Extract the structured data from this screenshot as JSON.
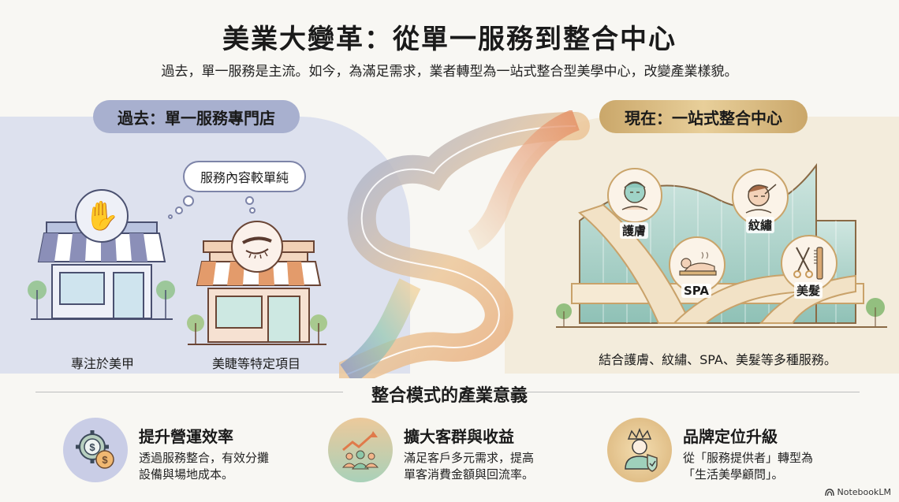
{
  "header": {
    "title": "美業大變革：從單一服務到整合中心",
    "subtitle": "過去，單一服務是主流。如今，為滿足需求，業者轉型為一站式整合型美學中心，改變產業樣貌。"
  },
  "past": {
    "pill_label": "過去：單一服務專門店",
    "bubble_text": "服務內容較單純",
    "stores": [
      {
        "label": "專注於美甲",
        "icon": "hand-icon"
      },
      {
        "label": "美睫等特定項目",
        "icon": "eyelash-icon"
      }
    ]
  },
  "present": {
    "pill_label": "現在：一站式整合中心",
    "services": [
      {
        "label": "護膚",
        "icon": "facial-mask-icon"
      },
      {
        "label": "紋繡",
        "icon": "brow-tattoo-icon"
      },
      {
        "label": "SPA",
        "icon": "spa-massage-icon"
      },
      {
        "label": "美髮",
        "icon": "scissors-comb-icon"
      }
    ],
    "caption": "結合護膚、紋繡、SPA、美髮等多種服務。"
  },
  "significance": {
    "title": "整合模式的產業意義",
    "cards": [
      {
        "title": "提升營運效率",
        "desc": "透過服務整合，有效分攤\n設備與場地成本。",
        "icon": "gear-coin-icon",
        "bg": "#c9cde6"
      },
      {
        "title": "擴大客群與收益",
        "desc": "滿足客戶多元需求，提高\n單客消費金額與回流率。",
        "icon": "growth-chart-people-icon",
        "bg": "#d9d3b3"
      },
      {
        "title": "品牌定位升級",
        "desc": "從「服務提供者」轉型為\n「生活美學顧問」。",
        "icon": "crown-shield-person-icon",
        "bg": "#e3c78f"
      }
    ]
  },
  "footer": {
    "brand": "NotebookLM"
  },
  "colors": {
    "past_bg": "#dde1ee",
    "present_bg": "#f3ecdc",
    "past_pill": "#a8b0cf",
    "present_pill": "#d9b97d",
    "flow_blue": "#8fa3cf",
    "flow_orange": "#e39a6d",
    "flow_green": "#8fc3ad"
  }
}
